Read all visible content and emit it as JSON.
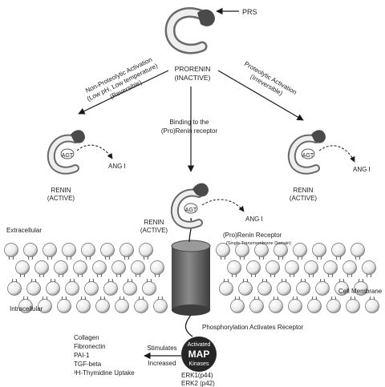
{
  "prorenin": {
    "prs_label": "PRS",
    "name": "PRORENIN",
    "state": "(INACTIVE)"
  },
  "left_arrow": {
    "line1": "Non-Proteolytic Activation",
    "line2": "(Low pH, Low temperature)",
    "line3": "(Reversible)"
  },
  "right_arrow": {
    "line1": "Proteolytic Activation",
    "line2": "(Irreversible)"
  },
  "center_arrow": {
    "line1": "Binding to the",
    "line2": "(Pro)Renin receptor"
  },
  "renin_left": {
    "agt": "AGT",
    "ang": "ANG I",
    "name": "RENIN",
    "state": "(ACTIVE)"
  },
  "renin_right": {
    "agt": "AGT",
    "ang": "ANG I",
    "name": "RENIN",
    "state": "(ACTIVE)"
  },
  "renin_bound": {
    "agt": "AGT",
    "ang": "ANG I",
    "name": "RENIN",
    "state": "(ACTIVE)"
  },
  "receptor": {
    "title": "(Pro)Renin Receptor",
    "subtitle": "(Single Transmembrane Domain)"
  },
  "membrane": {
    "extracellular": "Extracellular",
    "intracellular": "Intracellular",
    "cell_membrane": "Cell Membrane"
  },
  "phosphorylation": "Phosphorylation Activates Receptor",
  "map_kinase": {
    "top": "Activated",
    "mid": "MAP",
    "bottom": "Kinases"
  },
  "stimulates": {
    "line1": "Stimulates",
    "line2": "Increased"
  },
  "products": [
    "Collagen",
    "Fibronectin",
    "PAI-1",
    "TGF-beta",
    "³H-Thymidine Uptake"
  ],
  "erk": [
    "ERK1(p44)",
    "ERK2 (p42)"
  ],
  "colors": {
    "molecule_dark": "#555555",
    "molecule_light": "#e0e0e0",
    "receptor": "#6e6e6e",
    "kinase": "#262626"
  }
}
